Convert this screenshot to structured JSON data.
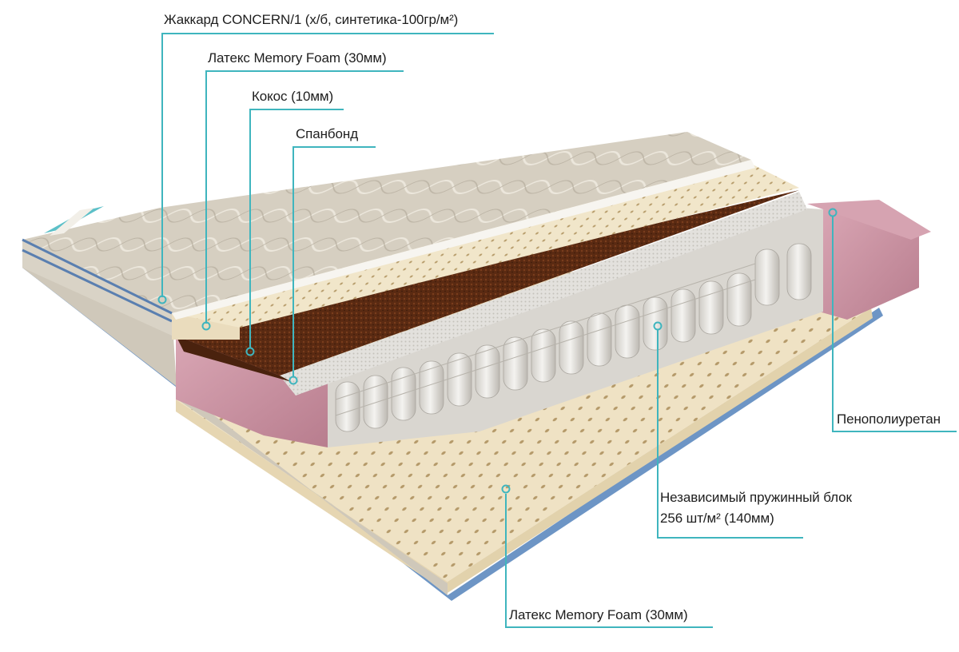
{
  "diagram": {
    "type": "mattress cross-section with callout labels",
    "accent_color": "#3fb5be",
    "labels": [
      {
        "id": "jacquard",
        "text": "Жаккард CONCERN/1 (х/б, синтетика-100гр/м²)"
      },
      {
        "id": "latex-top",
        "text": "Латекс Memory Foam (30мм)"
      },
      {
        "id": "coconut",
        "text": "Кокос (10мм)"
      },
      {
        "id": "spunbond",
        "text": "Спанбонд"
      },
      {
        "id": "polyurethane-foam",
        "text": "Пенополиуретан"
      },
      {
        "id": "spring-block",
        "line1": "Независимый пружинный блок",
        "line2": "256 шт/м²  (140мм)"
      },
      {
        "id": "latex-bottom",
        "text": "Латекс Memory Foam (30мм)"
      }
    ],
    "layers": [
      {
        "name": "Jacquard cover",
        "color": "#d8d1c3"
      },
      {
        "name": "Latex Memory Foam top",
        "color": "#efe2c4"
      },
      {
        "name": "Coconut coir",
        "color": "#5b2a12"
      },
      {
        "name": "Spunbond",
        "color": "#dcdcdc"
      },
      {
        "name": "Independent pocket springs",
        "color": "#e9e7e3"
      },
      {
        "name": "Polyurethane foam perimeter",
        "color": "#c994a4"
      },
      {
        "name": "Latex Memory Foam bottom",
        "color": "#ecdcb8"
      }
    ]
  }
}
